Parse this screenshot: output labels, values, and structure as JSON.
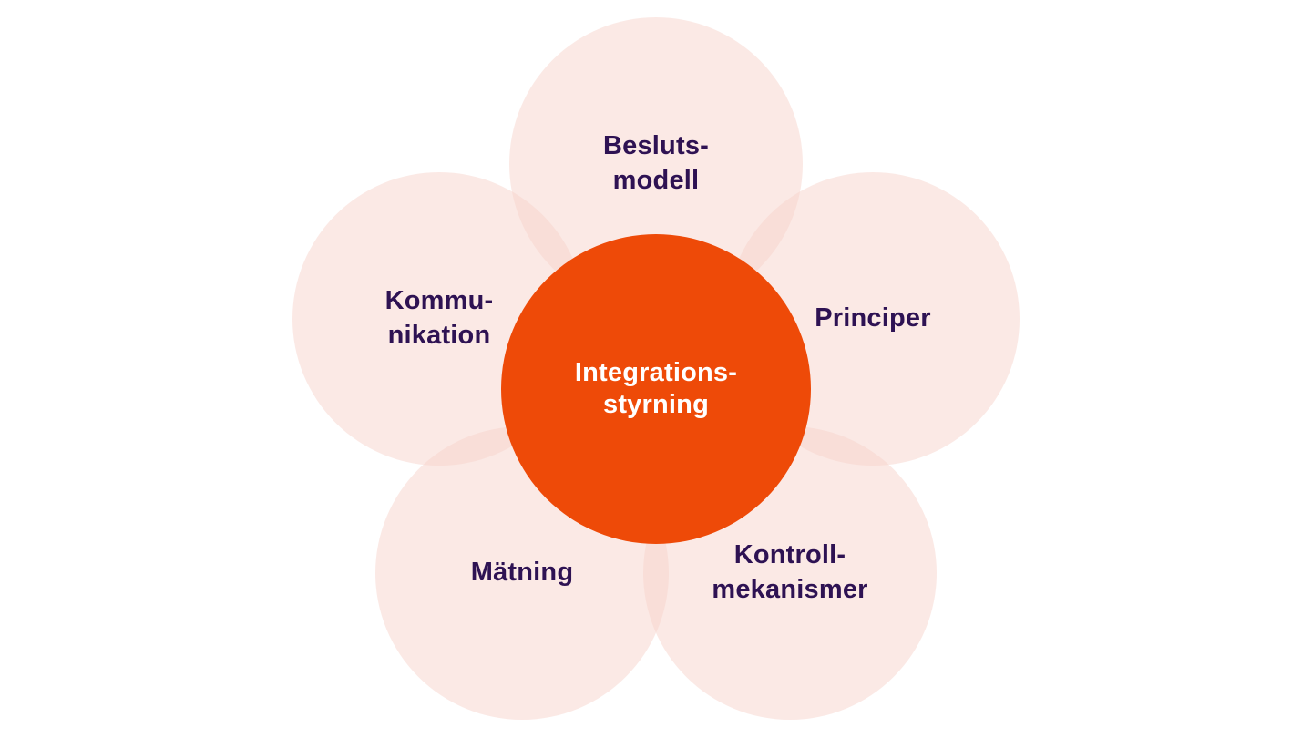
{
  "diagram": {
    "name": "integration-governance-flower",
    "center": {
      "id": "integrationsstyrning",
      "lines": [
        "Integrations-",
        "styrning"
      ]
    },
    "petals": [
      {
        "id": "beslutsmodell",
        "position": "top",
        "lines": [
          "Besluts-",
          "modell"
        ]
      },
      {
        "id": "principer",
        "position": "right",
        "lines": [
          "Principer"
        ]
      },
      {
        "id": "kontrollmekanismer",
        "position": "bottom-right",
        "lines": [
          "Kontroll-",
          "mekanismer"
        ]
      },
      {
        "id": "matning",
        "position": "bottom-left",
        "lines": [
          "Mätning"
        ]
      },
      {
        "id": "kommunikation",
        "position": "left",
        "lines": [
          "Kommu-",
          "nikation"
        ]
      }
    ]
  },
  "colors": {
    "background": "#FFFFFF",
    "center_fill": "#EE4A08",
    "petal_base": "#F7D3CB",
    "petal_alpha": 0.5,
    "petal_rendered": "#FBE9E6",
    "petal_overlap_rendered": "#F9DED6",
    "label_text": "#2E1253",
    "center_text": "#FFFFFF"
  }
}
